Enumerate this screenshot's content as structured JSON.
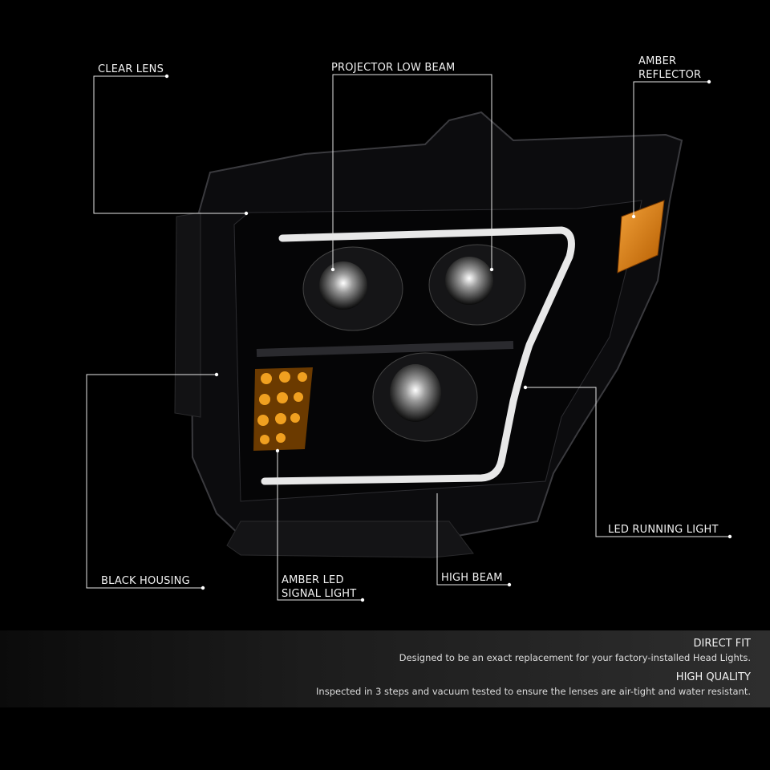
{
  "callouts": {
    "clear_lens": "CLEAR LENS",
    "projector_low_beam": "PROJECTOR LOW BEAM",
    "amber_reflector_1": "AMBER",
    "amber_reflector_2": "REFLECTOR",
    "black_housing": "BLACK HOUSING",
    "amber_led_1": "AMBER LED",
    "amber_led_2": "SIGNAL LIGHT",
    "high_beam": "HIGH BEAM",
    "led_running_light": "LED RUNNING LIGHT"
  },
  "features": [
    {
      "title": "DIRECT FIT",
      "text": "Designed to be an exact replacement for your factory-installed Head Lights."
    },
    {
      "title": "HIGH QUALITY",
      "text": "Inspected in 3 steps and vacuum tested to ensure the lenses are air-tight and water resistant."
    }
  ],
  "colors": {
    "amber": "#e08a10",
    "led_bar": "#f4f4f4",
    "housing": "#0c0c0e",
    "banner": "#2a2a2a"
  }
}
